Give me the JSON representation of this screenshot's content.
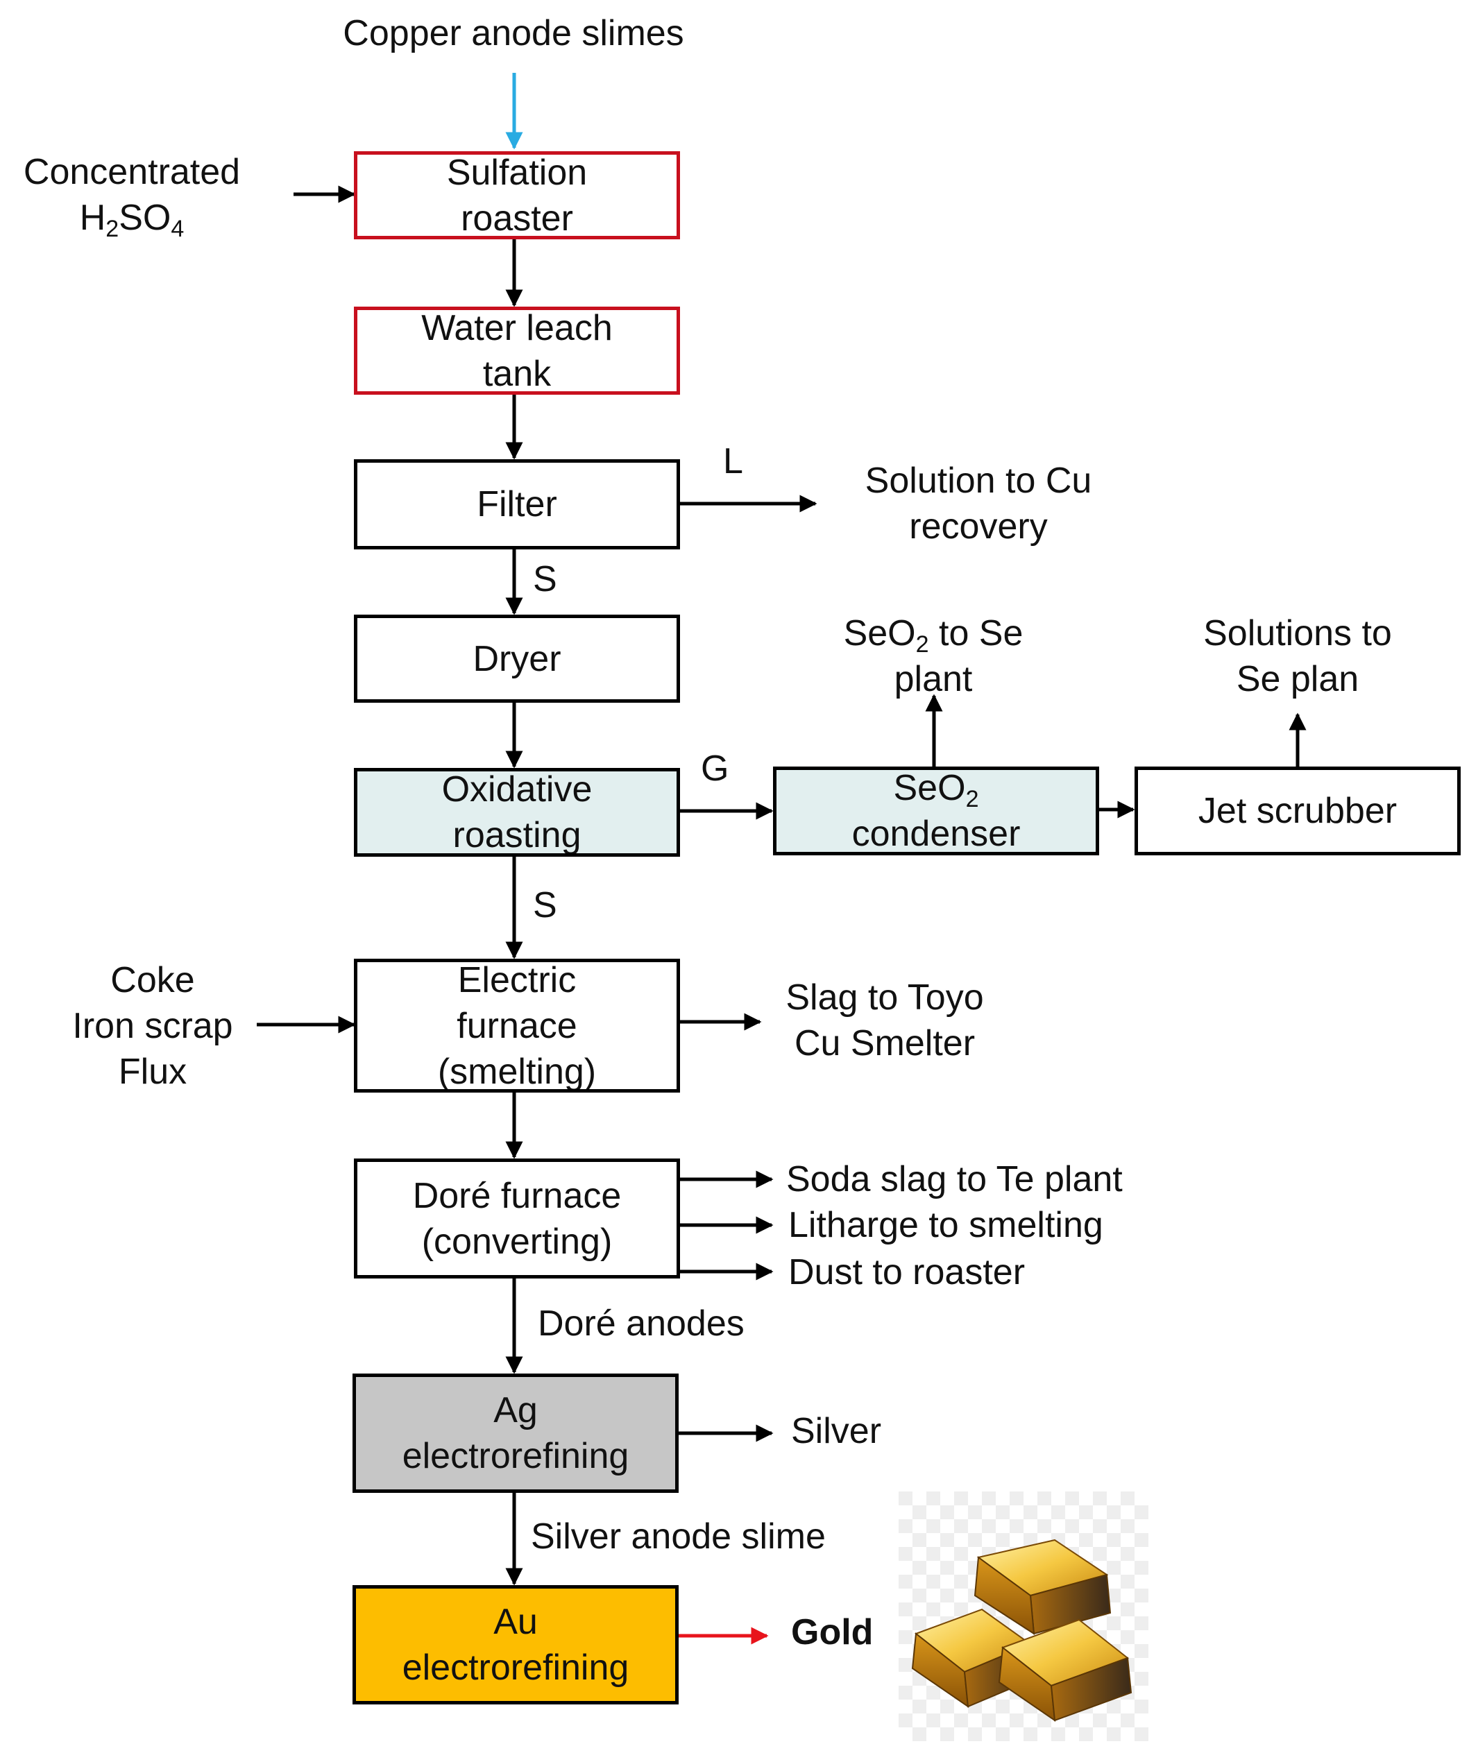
{
  "title": "Copper anode slimes",
  "inputs": {
    "acid_line1": "Concentrated",
    "acid_formula": {
      "base": "H",
      "sub1": "2",
      "mid": "SO",
      "sub2": "4"
    },
    "coke": "Coke",
    "iron": "Iron scrap",
    "flux": "Flux"
  },
  "boxes": {
    "sulfation": {
      "line1": "Sulfation",
      "line2": "roaster"
    },
    "water_leach": {
      "line1": "Water leach",
      "line2": "tank"
    },
    "filter": {
      "line1": "Filter"
    },
    "dryer": {
      "line1": "Dryer"
    },
    "oxidative": {
      "line1": "Oxidative",
      "line2": "roasting"
    },
    "seo2_condenser": {
      "line1_base": "SeO",
      "line1_sub": "2",
      "line2": "condenser"
    },
    "jet_scrubber": {
      "line1": "Jet scrubber"
    },
    "electric_furnace": {
      "line1": "Electric",
      "line2": "furnace",
      "line3": "(smelting)"
    },
    "dore_furnace": {
      "line1": "Doré furnace",
      "line2": "(converting)"
    },
    "ag_refining": {
      "line1": "Ag",
      "line2": "electrorefining"
    },
    "au_refining": {
      "line1": "Au",
      "line2": "electrorefining"
    }
  },
  "flow_labels": {
    "L": "L",
    "S1": "S",
    "G": "G",
    "S2": "S",
    "dore_anodes": "Doré anodes",
    "silver_anode_slime": "Silver anode slime"
  },
  "outputs": {
    "cu_recovery_1": "Solution to Cu",
    "cu_recovery_2": "recovery",
    "seo2_plant_base": "SeO",
    "seo2_plant_sub": "2",
    "seo2_plant_rest": " to Se",
    "seo2_plant_2": "plant",
    "se_plan_1": "Solutions to",
    "se_plan_2": "Se plan",
    "slag_1": "Slag to Toyo",
    "slag_2": "Cu Smelter",
    "soda_slag": "Soda slag to Te plant",
    "litharge": "Litharge to smelting",
    "dust": "Dust to roaster",
    "silver": "Silver",
    "gold": "Gold"
  },
  "colors": {
    "feed_arrow": "#29abe2",
    "gold_arrow": "#e8141c",
    "red_border": "#c8101e",
    "teal_fill": "#e2efef",
    "gray_fill": "#c6c6c6",
    "gold_fill": "#fdbd00"
  },
  "icons": {
    "gold_bars": "gold-bars-icon"
  }
}
